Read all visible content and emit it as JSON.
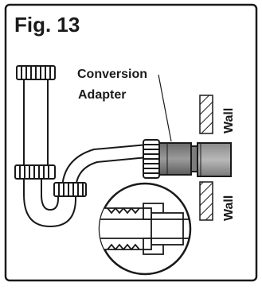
{
  "figure": {
    "title": "Fig. 13"
  },
  "labels": {
    "adapter_line1": "Conversion",
    "adapter_line2": "Adapter",
    "wall_top": "Wall",
    "wall_bottom": "Wall"
  },
  "colors": {
    "frame": "#1a1a1a",
    "line": "#1a1a1a",
    "pipe_fill": "#ffffff",
    "adapter_dark": "#4a4a4a",
    "adapter_light": "#9a9a9a",
    "wall_hatch": "#1a1a1a"
  },
  "icons": {
    "trap": "p-trap-drain",
    "detail": "adapter-cross-section-detail",
    "wall": "hatched-wall"
  }
}
